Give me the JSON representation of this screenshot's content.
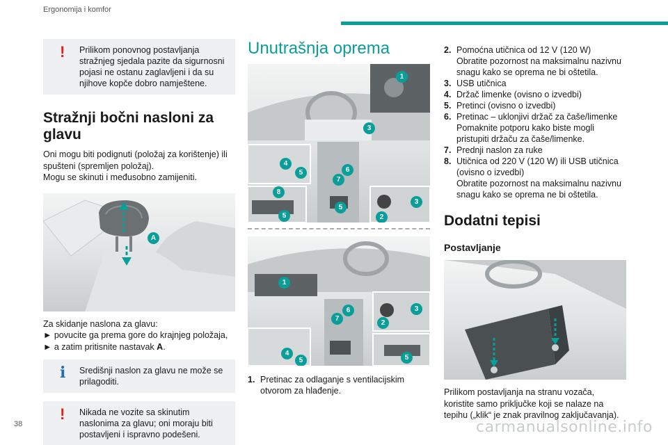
{
  "header": {
    "title": "Ergonomija i komfor"
  },
  "left": {
    "warning1": "Prilikom ponovnog postavljanja stražnjeg sjedala pazite da sigurnosni pojasi ne ostanu zaglavljeni i da su njihove kopče dobro namještene.",
    "section_title": "Stražnji bočni nasloni za glavu",
    "intro_line1": "Oni mogu biti podignuti (položaj za korištenje) ili spušteni (spremljen položaj).",
    "intro_line2": "Mogu se skinuti i međusobno zamijeniti.",
    "image_callout": "A",
    "removal_title": "Za skidanje naslona za glavu:",
    "step1_marker": "►",
    "step1": "povucite ga prema gore do krajnjeg položaja,",
    "step2_marker": "►",
    "step2_prefix": "a zatim pritisnite nastavak ",
    "step2_bold": "A",
    "step2_suffix": ".",
    "info": "Središnji naslon za glavu ne može se prilagoditi.",
    "warning2": "Nikada ne vozite sa skinutim naslonima za glavu; oni moraju biti postavljeni i ispravno podešeni."
  },
  "middle": {
    "title": "Unutrašnja oprema",
    "top_callouts": [
      "1",
      "3",
      "4",
      "5",
      "6",
      "7",
      "8",
      "5",
      "5",
      "3",
      "2"
    ],
    "bottom_callouts": [
      "1",
      "6",
      "7",
      "3",
      "2",
      "4",
      "5",
      "5"
    ],
    "item1_num": "1.",
    "item1": "Pretinac za odlaganje s ventilacijskim otvorom za hlađenje."
  },
  "right": {
    "items": [
      {
        "num": "2.",
        "lines": [
          "Pomoćna utičnica od 12 V (120 W)",
          "Obratite pozornost na maksimalnu nazivnu snagu kako se oprema ne bi oštetila."
        ]
      },
      {
        "num": "3.",
        "lines": [
          "USB utičnica"
        ]
      },
      {
        "num": "4.",
        "lines": [
          "Držač limenke (ovisno o izvedbi)"
        ]
      },
      {
        "num": "5.",
        "lines": [
          "Pretinci (ovisno o izvedbi)"
        ]
      },
      {
        "num": "6.",
        "lines": [
          "Pretinac – uklonjivi držač za čaše/limenke",
          "Pomaknite potporu kako biste mogli pristupiti držaču za čaše/limenke."
        ]
      },
      {
        "num": "7.",
        "lines": [
          "Prednji naslon za ruke"
        ]
      },
      {
        "num": "8.",
        "lines": [
          "Utičnica od 220 V (120 W) ili USB utičnica (ovisno o izvedbi)",
          "Obratite pozornost na maksimalnu nazivnu snagu kako se oprema ne bi oštetila."
        ]
      }
    ],
    "section_title": "Dodatni tepisi",
    "subsection_title": "Postavljanje",
    "install_text": "Prilikom postavljanja na stranu vozača, koristite samo priključke koji se nalaze na tepihu („klik“ je znak pravilnog zaključavanja)."
  },
  "footer": {
    "page_number": "38",
    "watermark": "carmanualsonline.info"
  },
  "colors": {
    "accent": "#0a9e9a",
    "warning": "#e2231a",
    "info": "#1e6fb8",
    "notice_bg": "#eef0f1"
  }
}
